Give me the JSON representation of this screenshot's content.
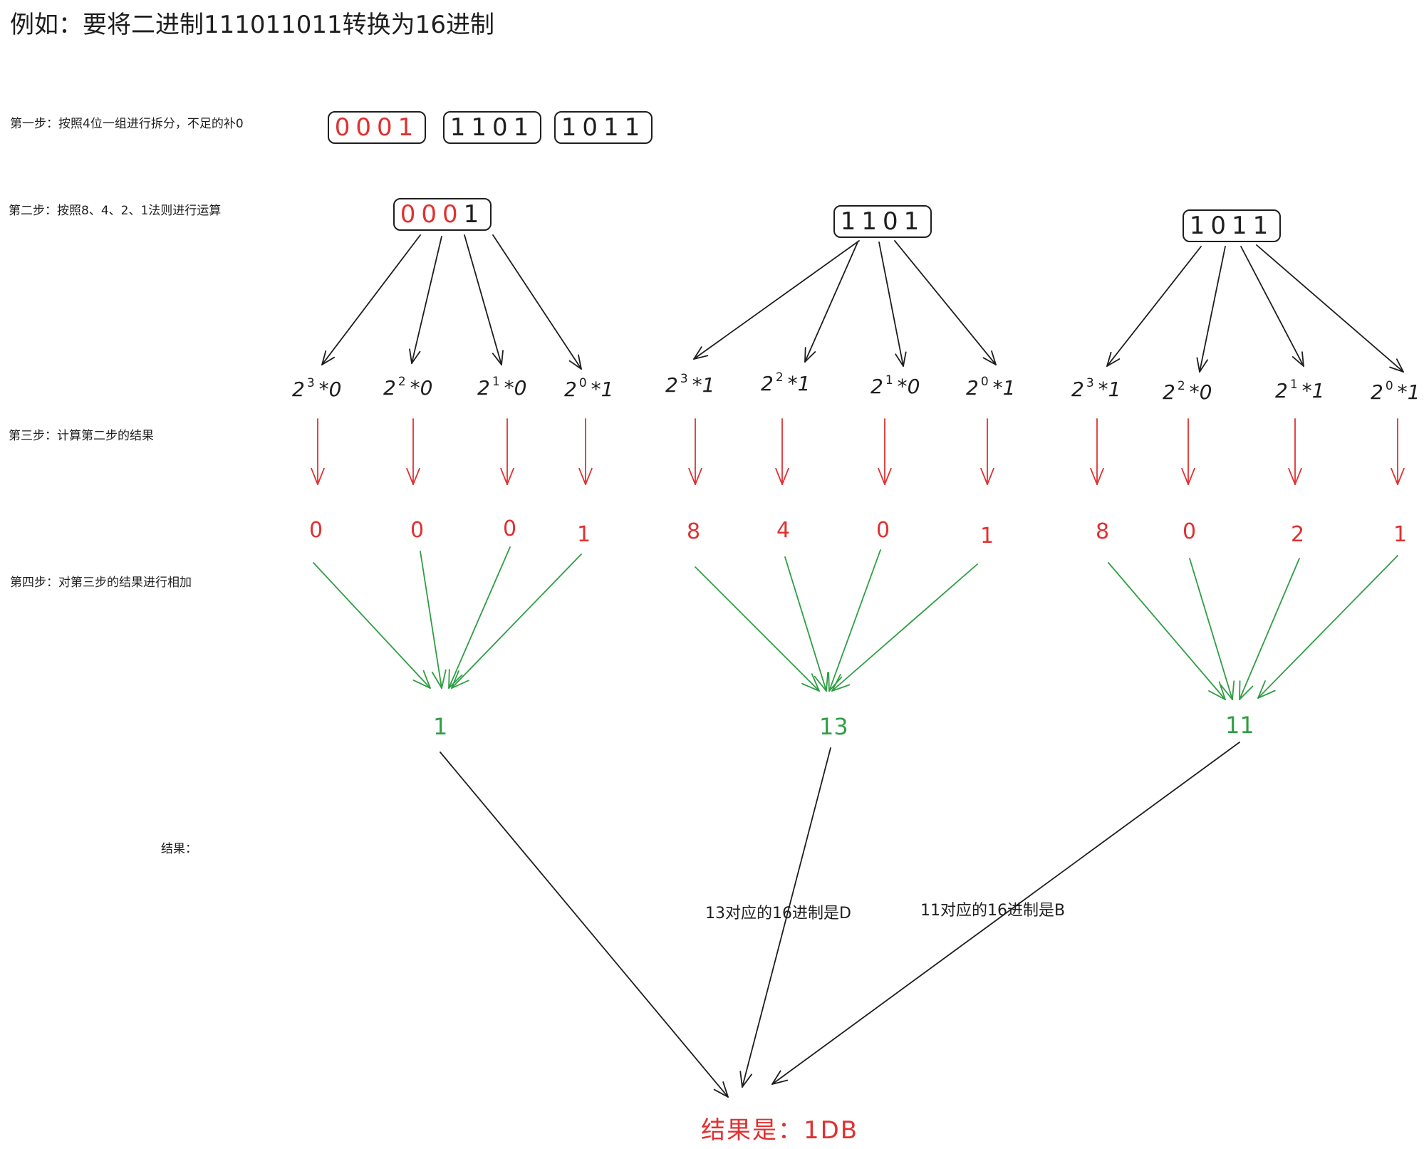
{
  "title": "例如：要将二进制111011011转换为16进制",
  "steps": {
    "s1": "第一步：按照4位一组进行拆分，不足的补0",
    "s2": "第二步：按照8、4、2、1法则进行运算",
    "s3": "第三步：计算第二步的结果",
    "s4": "第四步：对第三步的结果进行相加",
    "s5": "结果："
  },
  "group1": {
    "pad": "000",
    "rest": "1",
    "terms": [
      {
        "base": "2",
        "exp": "3",
        "rest": "*0"
      },
      {
        "base": "2",
        "exp": "2",
        "rest": "*0"
      },
      {
        "base": "2",
        "exp": "1",
        "rest": "*0"
      },
      {
        "base": "2",
        "exp": "0",
        "rest": "*1"
      }
    ],
    "values": [
      "0",
      "0",
      "0",
      "1"
    ],
    "sum": "1"
  },
  "group2": {
    "bits": "1101",
    "terms": [
      {
        "base": "2",
        "exp": "3",
        "rest": "*1"
      },
      {
        "base": "2",
        "exp": "2",
        "rest": "*1"
      },
      {
        "base": "2",
        "exp": "1",
        "rest": "*0"
      },
      {
        "base": "2",
        "exp": "0",
        "rest": "*1"
      }
    ],
    "values": [
      "8",
      "4",
      "0",
      "1"
    ],
    "sum": "13",
    "note": "13对应的16进制是D"
  },
  "group3": {
    "bits": "1011",
    "terms": [
      {
        "base": "2",
        "exp": "3",
        "rest": "*1"
      },
      {
        "base": "2",
        "exp": "2",
        "rest": "*0"
      },
      {
        "base": "2",
        "exp": "1",
        "rest": "*1"
      },
      {
        "base": "2",
        "exp": "0",
        "rest": "*1"
      }
    ],
    "values": [
      "8",
      "0",
      "2",
      "1"
    ],
    "sum": "11",
    "note": "11对应的16进制是B"
  },
  "result": "结果是：1DB",
  "colors": {
    "ink": "#1e1e1e",
    "red": "#e03131",
    "green": "#2f9e44"
  }
}
